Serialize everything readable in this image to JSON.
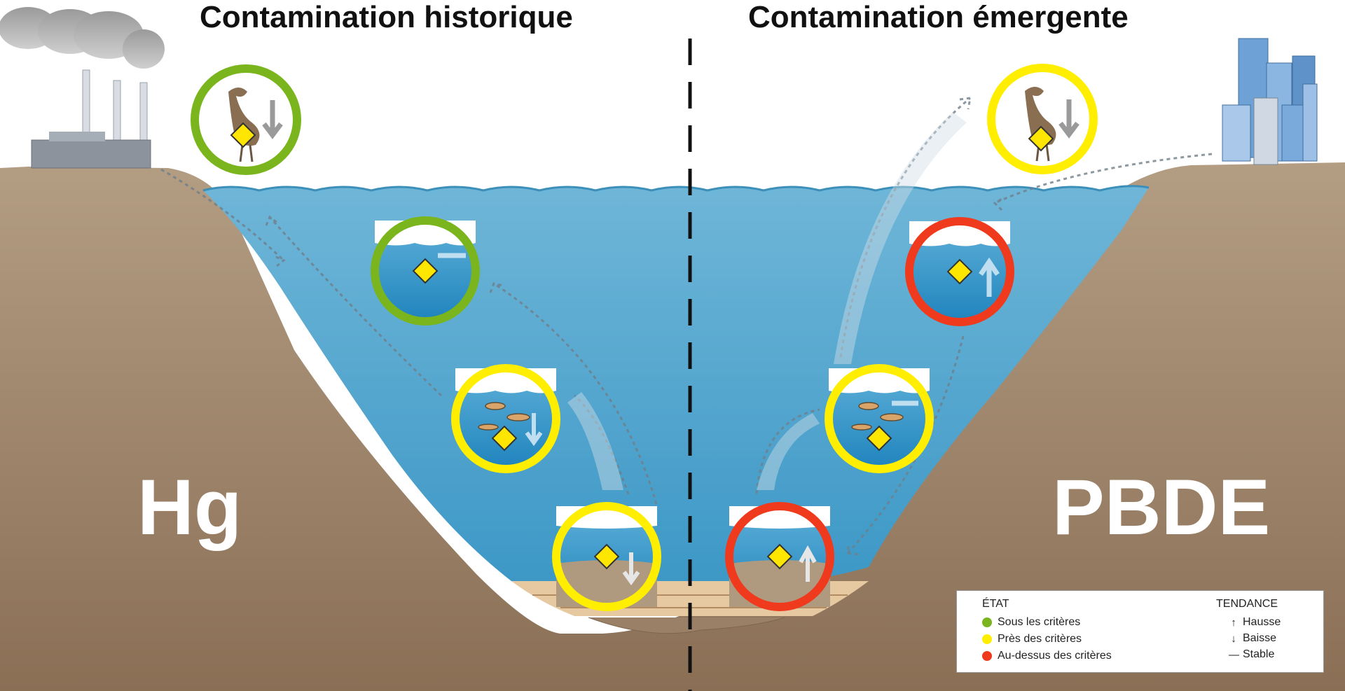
{
  "titles": {
    "left": "Contamination historique",
    "right": "Contamination émergente"
  },
  "labels": {
    "left": "Hg",
    "right": "PBDE"
  },
  "colors": {
    "sous": "#7ab51d",
    "pres": "#ffee00",
    "au_dessus": "#ef3a1e",
    "water": "#5aa8cf",
    "ground": "#b09a7f",
    "sediment": "#e7c9a1",
    "marker": "#ffe600"
  },
  "nodes": [
    {
      "side": "historique",
      "compartment": "oiseau",
      "etat": "sous",
      "tendance": "baisse"
    },
    {
      "side": "historique",
      "compartment": "eau",
      "etat": "sous",
      "tendance": "stable"
    },
    {
      "side": "historique",
      "compartment": "poisson",
      "etat": "pres",
      "tendance": "baisse"
    },
    {
      "side": "historique",
      "compartment": "sediment",
      "etat": "pres",
      "tendance": "baisse"
    },
    {
      "side": "emergente",
      "compartment": "oiseau",
      "etat": "pres",
      "tendance": "baisse"
    },
    {
      "side": "emergente",
      "compartment": "eau",
      "etat": "au_dessus",
      "tendance": "hausse"
    },
    {
      "side": "emergente",
      "compartment": "poisson",
      "etat": "pres",
      "tendance": "stable"
    },
    {
      "side": "emergente",
      "compartment": "sediment",
      "etat": "au_dessus",
      "tendance": "hausse"
    }
  ],
  "legend": {
    "etat_title": "ÉTAT",
    "etat": [
      {
        "key": "sous",
        "label": "Sous les critères"
      },
      {
        "key": "pres",
        "label": "Près des critères"
      },
      {
        "key": "au_dessus",
        "label": "Au-dessus des critères"
      }
    ],
    "tendance_title": "TENDANCE",
    "tendance": [
      {
        "key": "hausse",
        "glyph": "↑",
        "label": "Hausse"
      },
      {
        "key": "baisse",
        "glyph": "↓",
        "label": "Baisse"
      },
      {
        "key": "stable",
        "glyph": "—",
        "label": "Stable"
      }
    ]
  }
}
